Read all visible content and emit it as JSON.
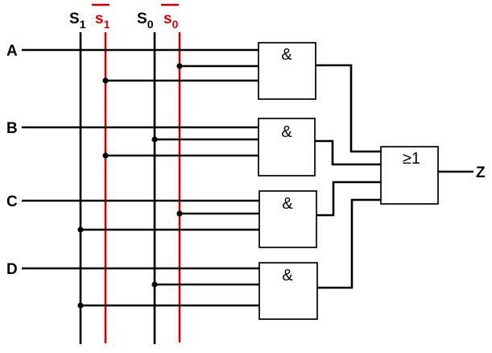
{
  "colors": {
    "wire": "#000000",
    "negated": "#d40000",
    "background": "#ffffff"
  },
  "selects": {
    "s1": {
      "main": "S",
      "sub": "1"
    },
    "s1_bar": {
      "main": "s",
      "sub": "1"
    },
    "s0": {
      "main": "S",
      "sub": "0"
    },
    "s0_bar": {
      "main": "s",
      "sub": "0"
    }
  },
  "inputs": {
    "a": "A",
    "b": "B",
    "c": "C",
    "d": "D"
  },
  "gates": {
    "and": "&",
    "or": "≥1"
  },
  "output": "Z"
}
